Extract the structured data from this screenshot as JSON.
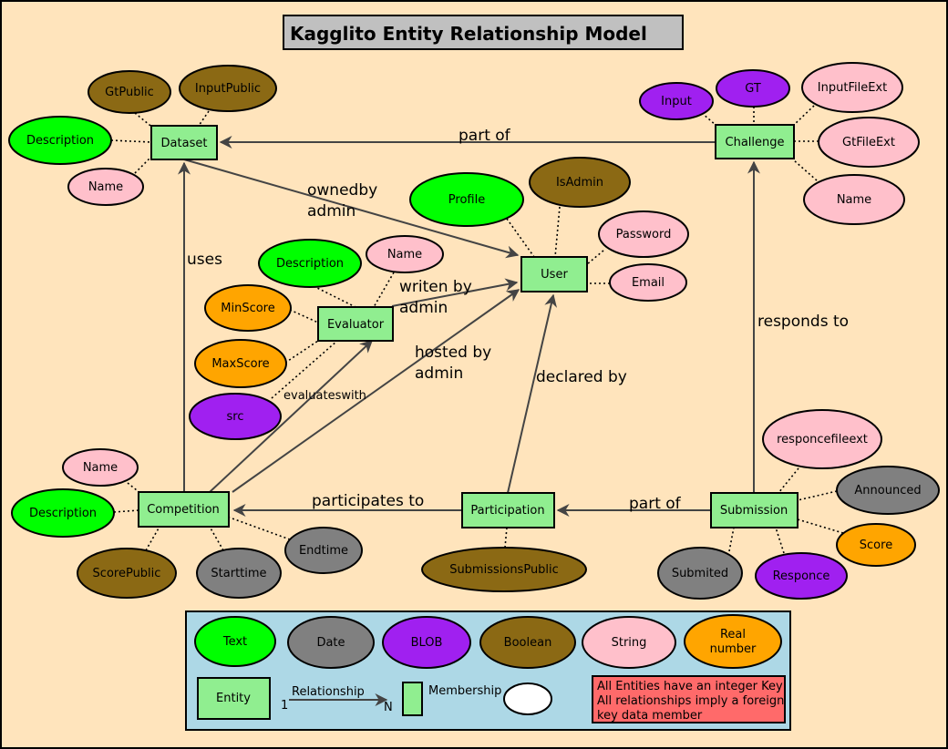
{
  "title": "Kagglito Entity Relationship Model",
  "colors": {
    "background": "#ffe4bc",
    "entity": "#90ee90",
    "text": "#00ff00",
    "date": "#808080",
    "blob": "#a020f0",
    "boolean": "#8b6914",
    "string": "#ffc0cb",
    "real": "#ffa500",
    "legend_bg": "#add8e6",
    "note_bg": "#ff6a6a",
    "title_bg": "#c0c0c0"
  },
  "entities": {
    "dataset": "Dataset",
    "challenge": "Challenge",
    "user": "User",
    "evaluator": "Evaluator",
    "competition": "Competition",
    "participation": "Participation",
    "submission": "Submission"
  },
  "attributes": {
    "dataset_gtpublic": "GtPublic",
    "dataset_inputpublic": "InputPublic",
    "dataset_description": "Description",
    "dataset_name": "Name",
    "challenge_input": "Input",
    "challenge_gt": "GT",
    "challenge_inputfileext": "InputFileExt",
    "challenge_gtfileext": "GtFileExt",
    "challenge_name": "Name",
    "user_profile": "Profile",
    "user_isadmin": "IsAdmin",
    "user_password": "Password",
    "user_email": "Email",
    "evaluator_description": "Description",
    "evaluator_name": "Name",
    "evaluator_minscore": "MinScore",
    "evaluator_maxscore": "MaxScore",
    "evaluator_src": "src",
    "competition_name": "Name",
    "competition_description": "Description",
    "competition_scorepublic": "ScorePublic",
    "competition_starttime": "Starttime",
    "competition_endtime": "Endtime",
    "participation_submissionspublic": "SubmissionsPublic",
    "submission_responcefileext": "responcefileext",
    "submission_announced": "Announced",
    "submission_score": "Score",
    "submission_responce": "Responce",
    "submission_submited": "Submited"
  },
  "relationships": {
    "part_of_challenge": "part of",
    "ownedby": "ownedby",
    "ownedby_admin": "admin",
    "uses": "uses",
    "writen_by": "writen by",
    "writen_by_admin": "admin",
    "hosted_by": "hosted by",
    "hosted_by_admin": "admin",
    "declared_by": "declared by",
    "responds_to": "responds to",
    "evaluateswith": "evaluateswith",
    "participates_to": "participates to",
    "part_of_submission": "part of"
  },
  "legend": {
    "text": "Text",
    "date": "Date",
    "blob": "BLOB",
    "boolean": "Boolean",
    "string": "String",
    "real_line1": "Real",
    "real_line2": "number",
    "entity": "Entity",
    "relationship": "Relationship",
    "one": "1",
    "n": "N",
    "membership": "Membership",
    "note_line1": "All Entities have an integer Key",
    "note_line2": "All relationships imply a foreign",
    "note_line3": "key data member"
  }
}
